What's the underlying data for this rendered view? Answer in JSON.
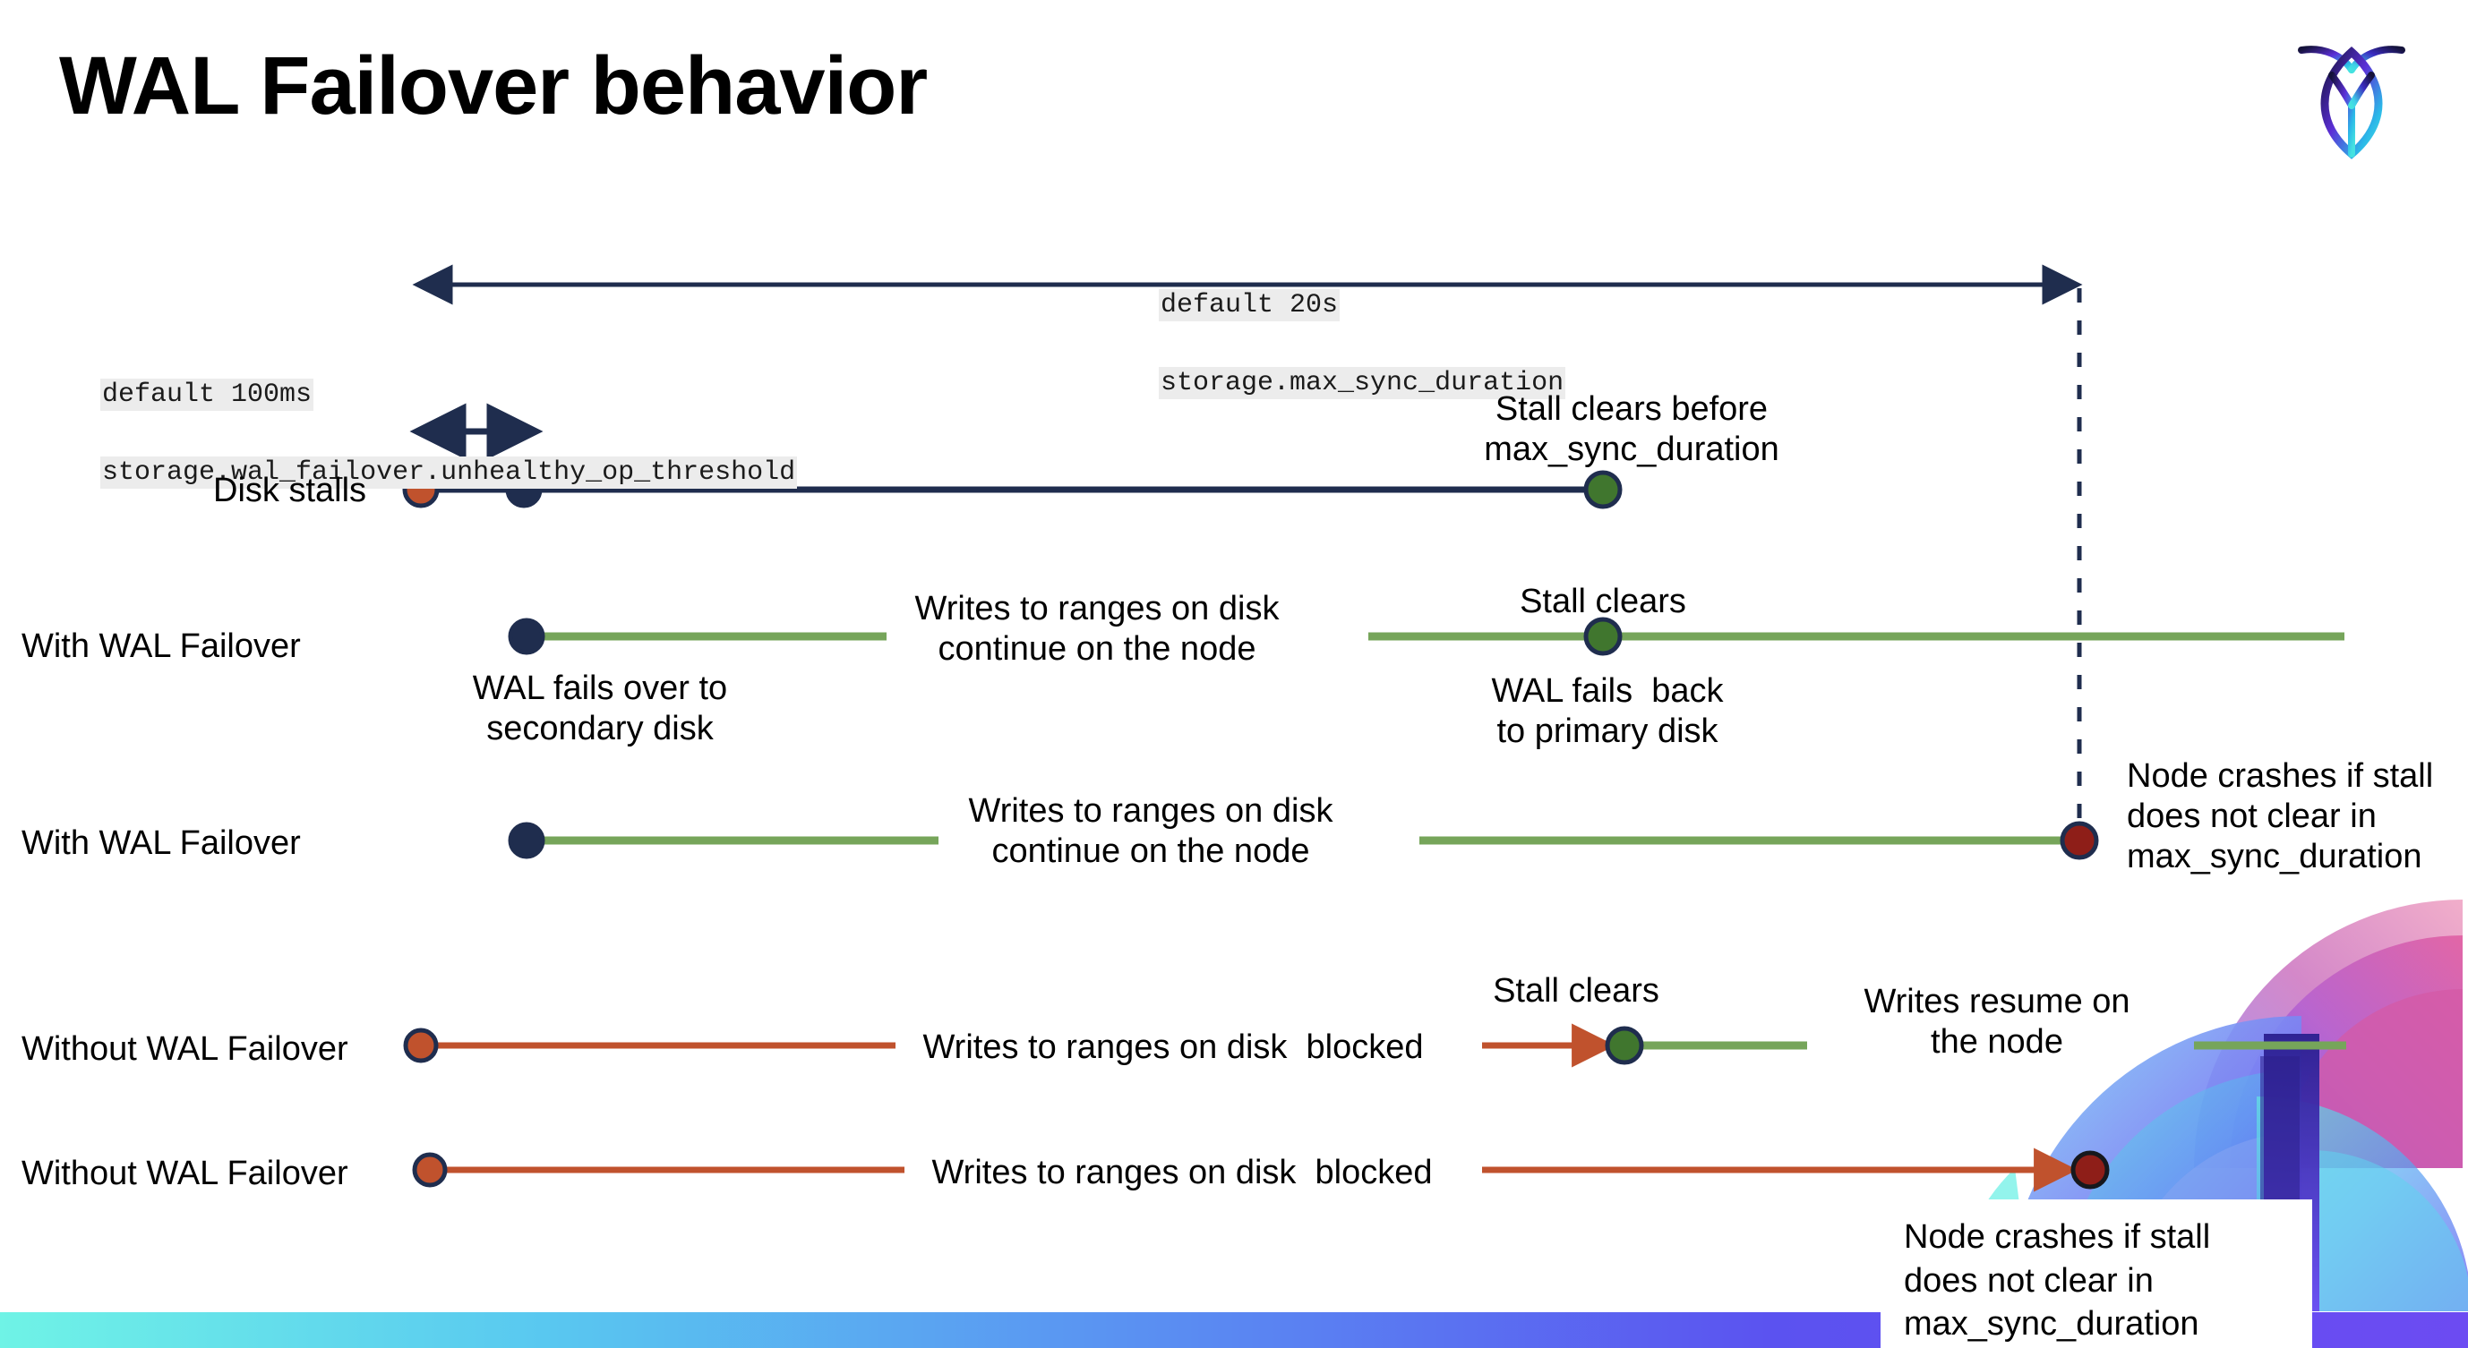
{
  "slide": {
    "title": "WAL Failover behavior",
    "logo_icon": "cockroachdb-logo-icon",
    "background": "#ffffff",
    "bottom_bar_gradient": [
      "#6FF3E6",
      "#5B52F0"
    ]
  },
  "colors": {
    "navy": "#1F2D4E",
    "orange": "#C0522D",
    "green_line": "#76A55A",
    "green_dot": "#40762E",
    "dark_red_dot": "#8E1E18",
    "code_bg": "#ececec",
    "text": "#000000"
  },
  "annotations": {
    "max_sync": {
      "default": "default 20s",
      "setting": "storage.max_sync_duration"
    },
    "unhealthy_op": {
      "default": "default 100ms",
      "setting": "storage.wal_failover.unhealthy_op_threshold"
    }
  },
  "rows": [
    {
      "id": "disk-stalls",
      "label": "Disk stalls",
      "notes": [
        "Stall clears before\nmax_sync_duration"
      ]
    },
    {
      "id": "with-wal-failover-recovers",
      "label": "With WAL Failover",
      "notes": [
        "Writes to ranges on disk\ncontinue on the node",
        "Stall clears",
        "WAL fails over to\nsecondary disk",
        "WAL fails  back\nto primary disk"
      ]
    },
    {
      "id": "with-wal-failover-crashes",
      "label": "With WAL Failover",
      "notes": [
        "Writes to ranges on disk\ncontinue on the node",
        "Node crashes if stall\ndoes not clear in\nmax_sync_duration"
      ]
    },
    {
      "id": "without-wal-failover-recovers",
      "label": "Without WAL Failover",
      "notes": [
        "Writes to ranges on disk  blocked",
        "Stall clears",
        "Writes resume on\nthe node"
      ]
    },
    {
      "id": "without-wal-failover-crashes",
      "label": "Without WAL Failover",
      "notes": [
        "Writes to ranges on disk  blocked",
        "Node crashes if stall\ndoes not clear in\nmax_sync_duration"
      ]
    }
  ],
  "labels": {
    "disk_stalls": "Disk stalls",
    "with_wal_1": "With WAL Failover",
    "with_wal_2": "With WAL Failover",
    "without_wal_1": "Without WAL Failover",
    "without_wal_2": "Without WAL Failover",
    "stall_clears_before_max": "Stall clears before\nmax_sync_duration",
    "writes_continue_1": "Writes to ranges on disk\ncontinue on the node",
    "stall_clears_a": "Stall clears",
    "wal_fails_over": "WAL fails over to\nsecondary disk",
    "wal_fails_back": "WAL fails  back\nto primary disk",
    "writes_continue_2": "Writes to ranges on disk\ncontinue on the node",
    "node_crashes_1": "Node crashes if stall\ndoes not clear in\nmax_sync_duration",
    "writes_blocked_1": "Writes to ranges on disk  blocked",
    "stall_clears_b": "Stall clears",
    "writes_resume": "Writes resume on\nthe node",
    "writes_blocked_2": "Writes to ranges on disk  blocked",
    "node_crashes_2": "Node crashes if stall\ndoes not clear in\nmax_sync_duration"
  }
}
